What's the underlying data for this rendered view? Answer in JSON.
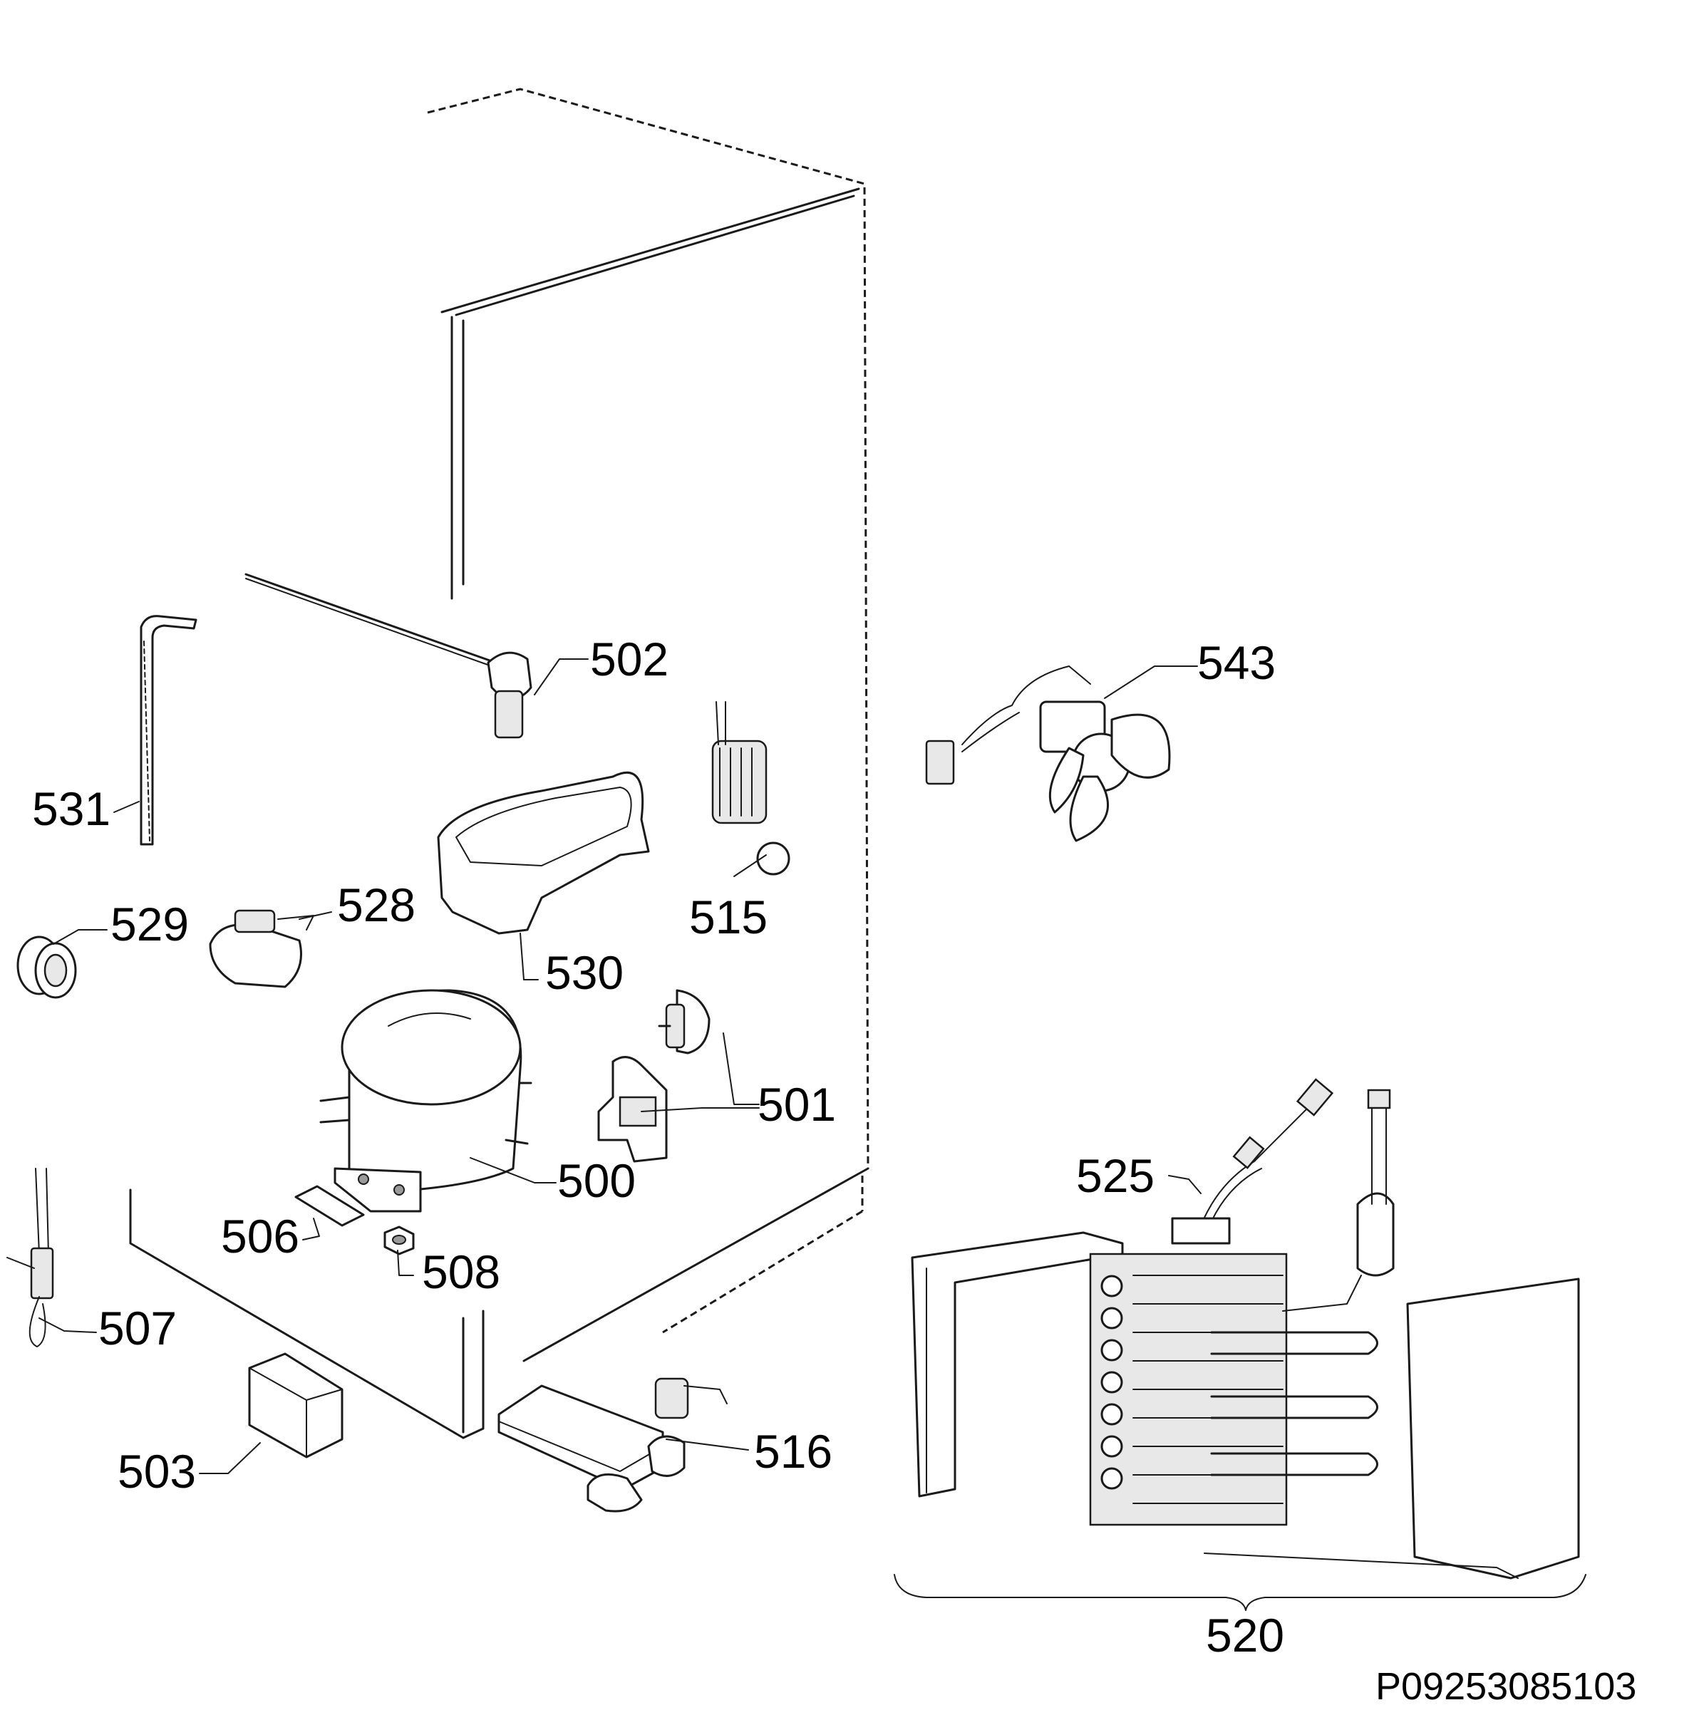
{
  "callouts": {
    "compressor": "500",
    "relay": "501",
    "thermostat_bulb": "502",
    "capacitor": "503",
    "plate": "506",
    "wire_sensor": "507",
    "nut": "508",
    "crisper_tray": "530",
    "drain_tube": "531",
    "fan_motor": "543",
    "heater": "515",
    "bracket": "516",
    "evaporator_assembly": "520",
    "wiring_harness": "525",
    "grommet": "528",
    "bushing": "529"
  },
  "drawing_code": "P09253085103"
}
